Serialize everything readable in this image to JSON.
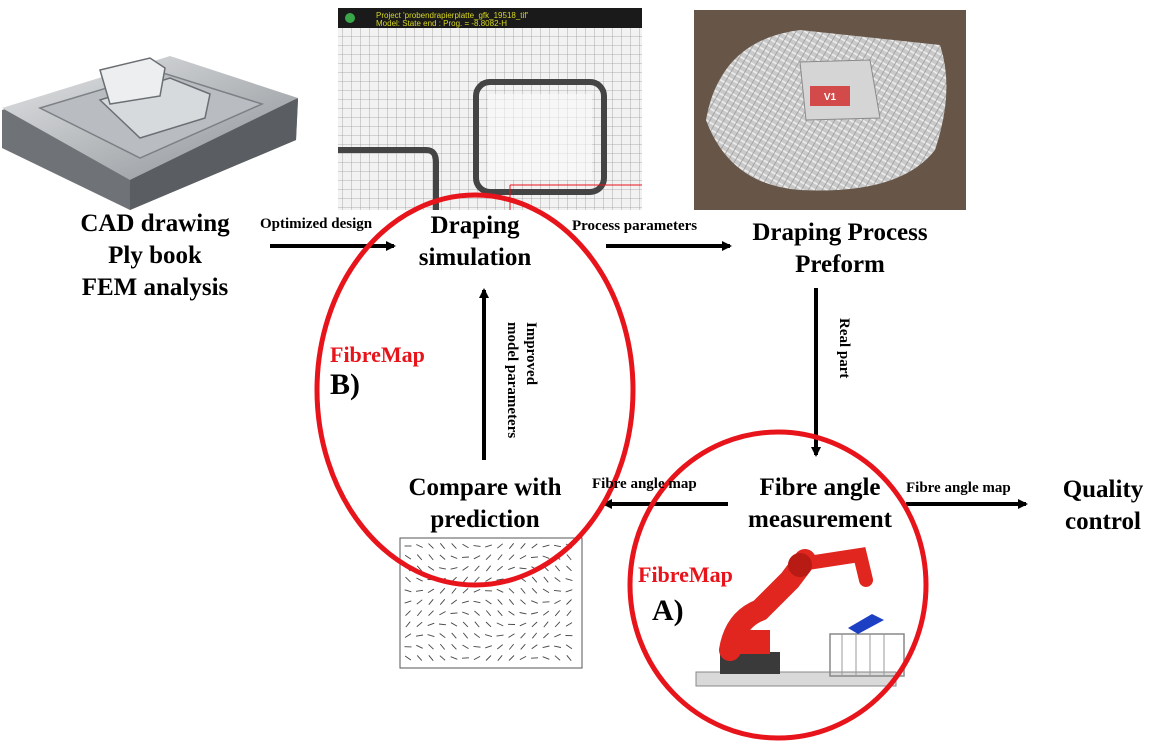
{
  "nodes": {
    "cad": {
      "lines": [
        "CAD drawing",
        "Ply book",
        "FEM analysis"
      ]
    },
    "draping_sim": {
      "lines": [
        "Draping",
        "simulation"
      ]
    },
    "draping_process": {
      "lines": [
        "Draping Process",
        "Preform"
      ]
    },
    "fibre_measure": {
      "lines": [
        "Fibre angle",
        "measurement"
      ]
    },
    "compare": {
      "lines": [
        "Compare with",
        "prediction"
      ]
    },
    "quality": {
      "lines": [
        "Quality",
        "control"
      ]
    }
  },
  "edges": {
    "optimized_design": "Optimized design",
    "process_parameters": "Process parameters",
    "real_part": "Real part",
    "fibre_map_left": "Fibre angle map",
    "fibre_map_right": "Fibre angle map",
    "improved_params": [
      "Improved",
      "model parameters"
    ]
  },
  "regions": {
    "b": {
      "brand": "FibreMap",
      "letter": "B)"
    },
    "a": {
      "brand": "FibreMap",
      "letter": "A)"
    }
  },
  "sim_screen": {
    "line1": "Project 'probendrapierplatte_gfk_19518_tif'",
    "line2": "Model: State end : Prog. = -8.8082-H"
  },
  "preform_label": "V1",
  "colors": {
    "ellipse": "#e8141b",
    "brand": "#e8141b",
    "robot": "#e0261f",
    "arrow": "#000000"
  }
}
